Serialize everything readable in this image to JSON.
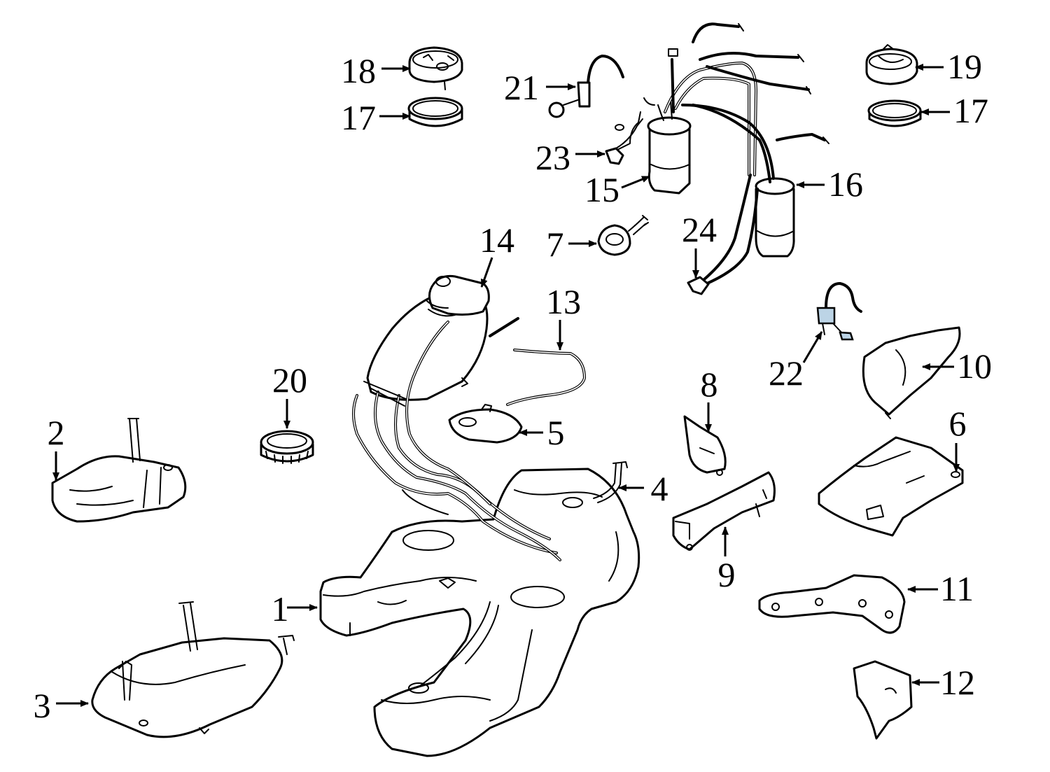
{
  "diagram": {
    "callouts": [
      {
        "id": "c1",
        "label": "1"
      },
      {
        "id": "c2",
        "label": "2"
      },
      {
        "id": "c3",
        "label": "3"
      },
      {
        "id": "c4",
        "label": "4"
      },
      {
        "id": "c5",
        "label": "5"
      },
      {
        "id": "c6",
        "label": "6"
      },
      {
        "id": "c7",
        "label": "7"
      },
      {
        "id": "c8",
        "label": "8"
      },
      {
        "id": "c9",
        "label": "9"
      },
      {
        "id": "c10",
        "label": "10"
      },
      {
        "id": "c11",
        "label": "11"
      },
      {
        "id": "c12",
        "label": "12"
      },
      {
        "id": "c13",
        "label": "13"
      },
      {
        "id": "c14",
        "label": "14"
      },
      {
        "id": "c15",
        "label": "15"
      },
      {
        "id": "c16",
        "label": "16"
      },
      {
        "id": "c17a",
        "label": "17"
      },
      {
        "id": "c17b",
        "label": "17"
      },
      {
        "id": "c18",
        "label": "18"
      },
      {
        "id": "c19",
        "label": "19"
      },
      {
        "id": "c20",
        "label": "20"
      },
      {
        "id": "c21",
        "label": "21"
      },
      {
        "id": "c22",
        "label": "22"
      },
      {
        "id": "c23",
        "label": "23"
      },
      {
        "id": "c24",
        "label": "24"
      }
    ],
    "colors": {
      "line": "#000000",
      "background": "#ffffff",
      "highlight": "#bcd4e6"
    }
  }
}
